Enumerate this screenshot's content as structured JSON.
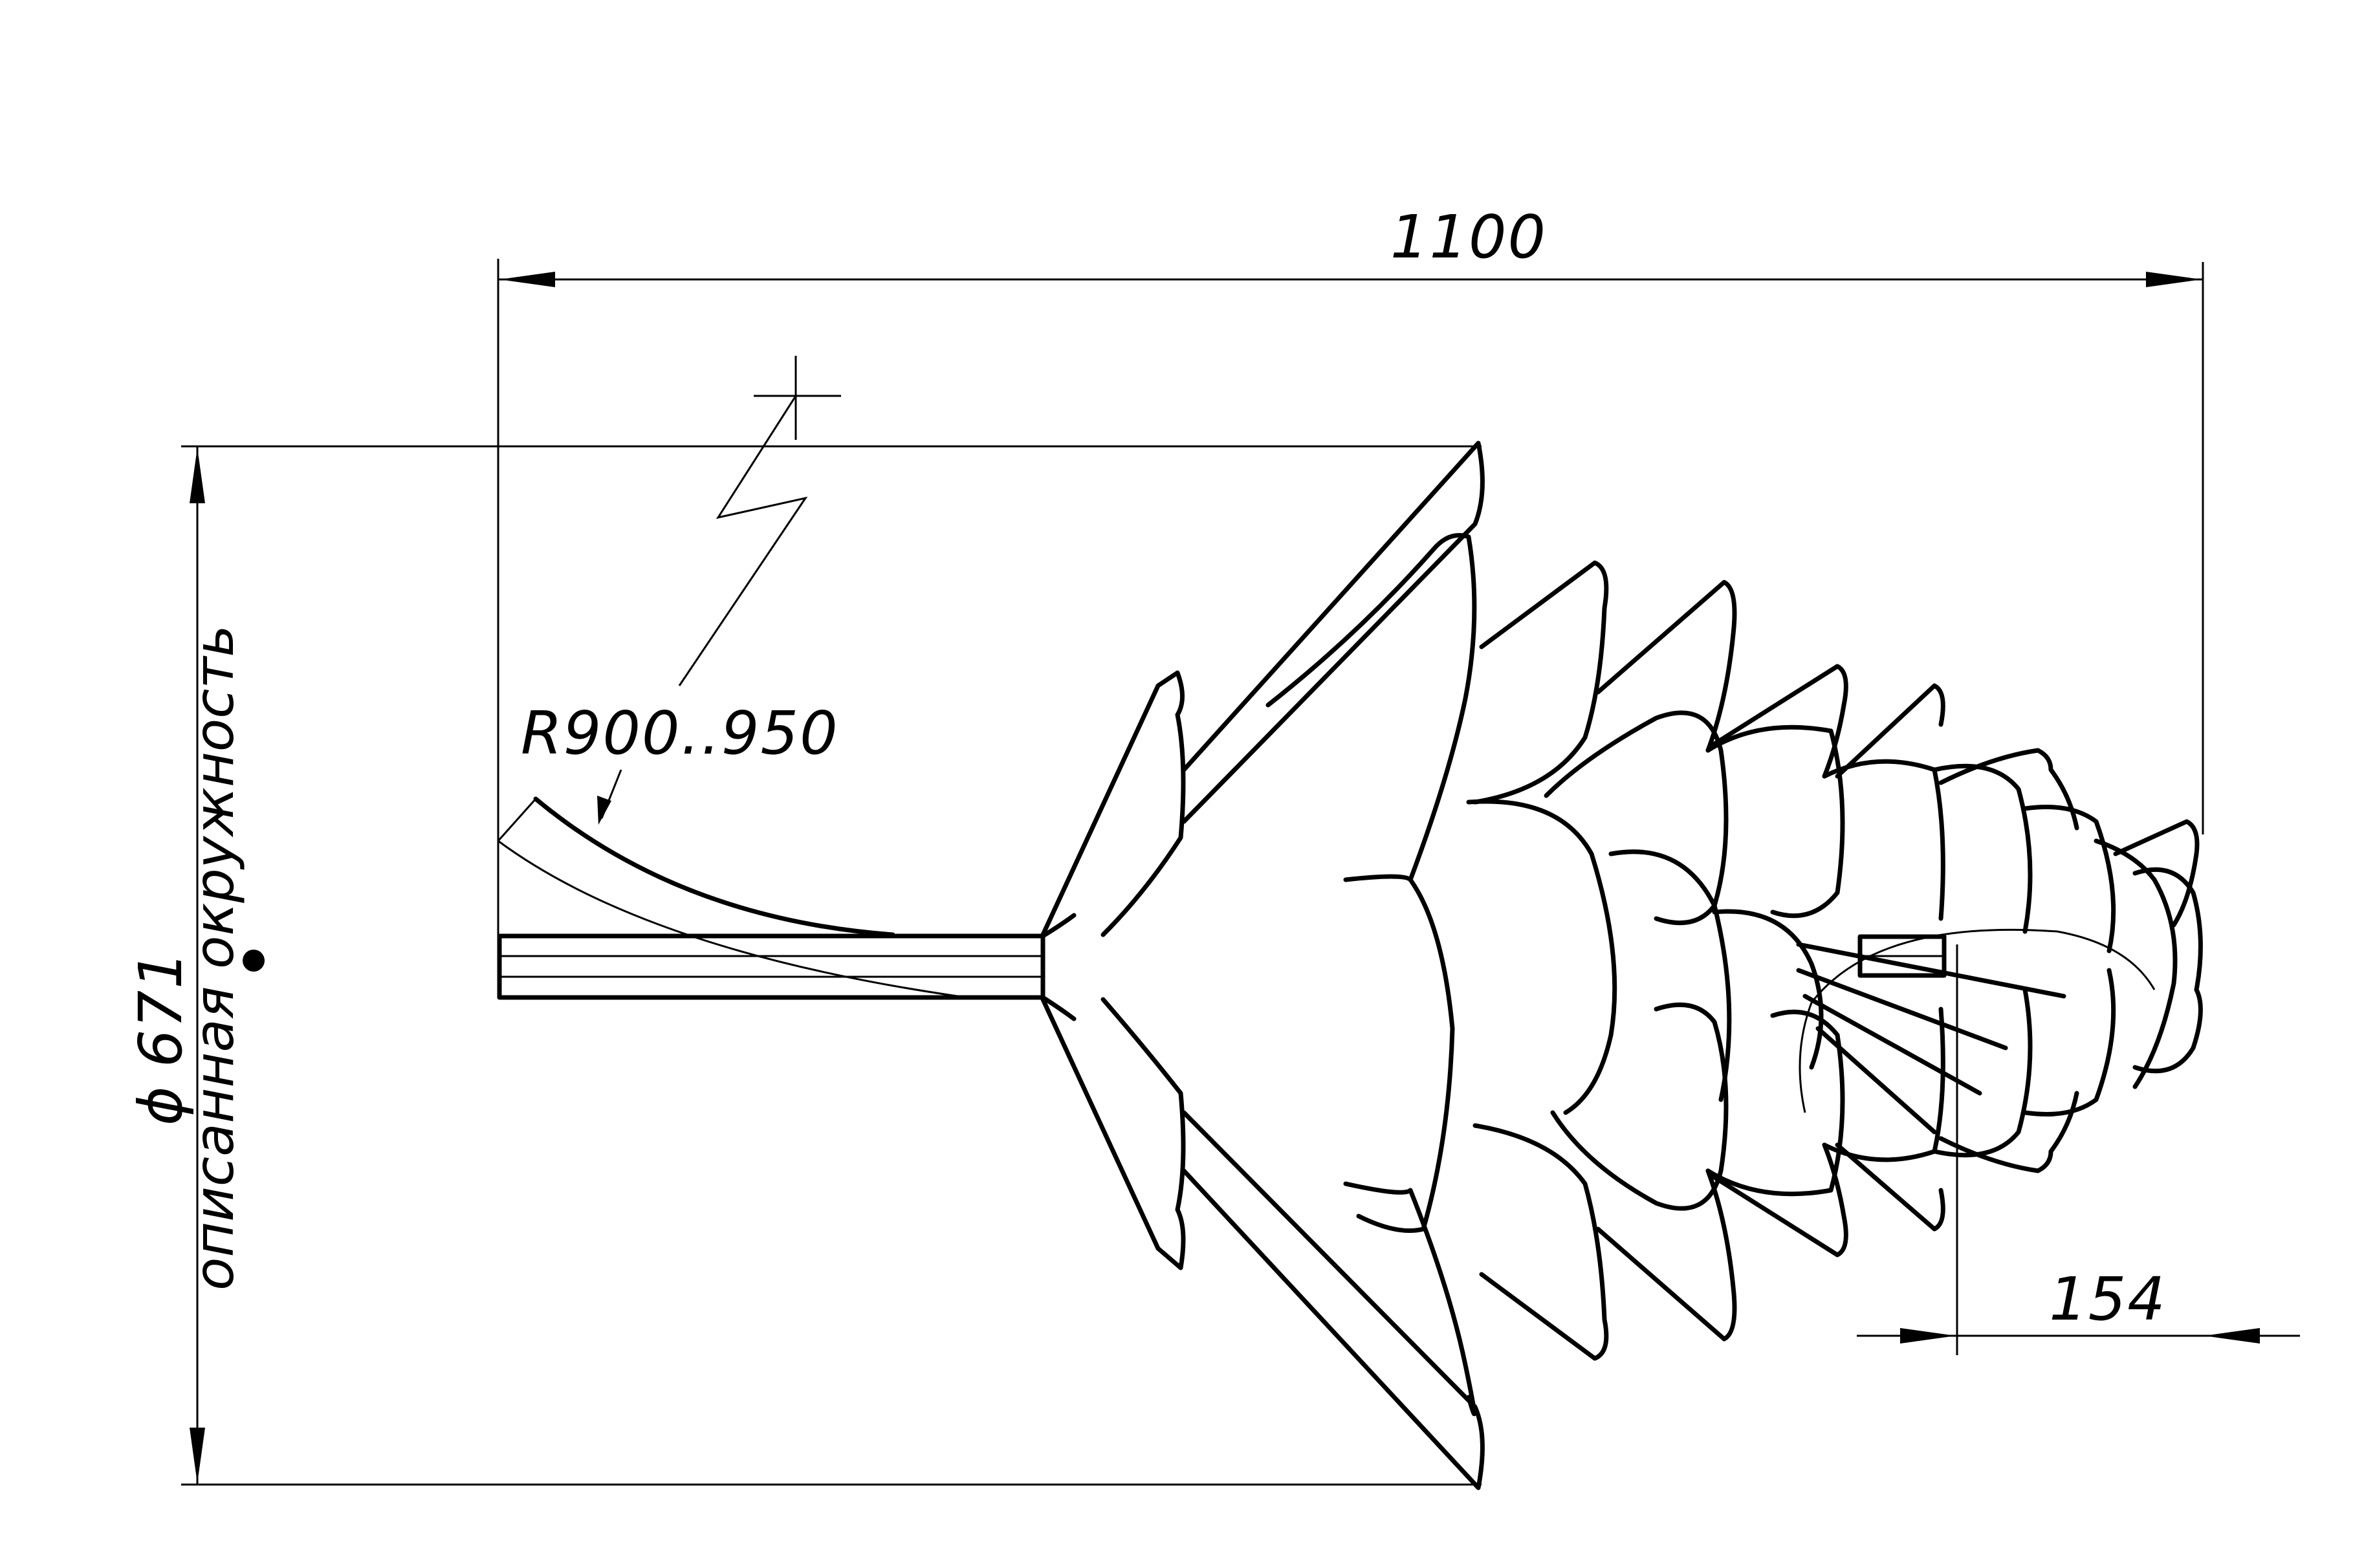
{
  "dimensions": {
    "overall_length": "1100",
    "radius": "R900..950",
    "diameter_symbol": "ϕ",
    "diameter_value": "671",
    "circumscribed_label": "описанная окружность",
    "tip_length": "154"
  },
  "colors": {
    "line": "#000000",
    "background": "#ffffff"
  }
}
